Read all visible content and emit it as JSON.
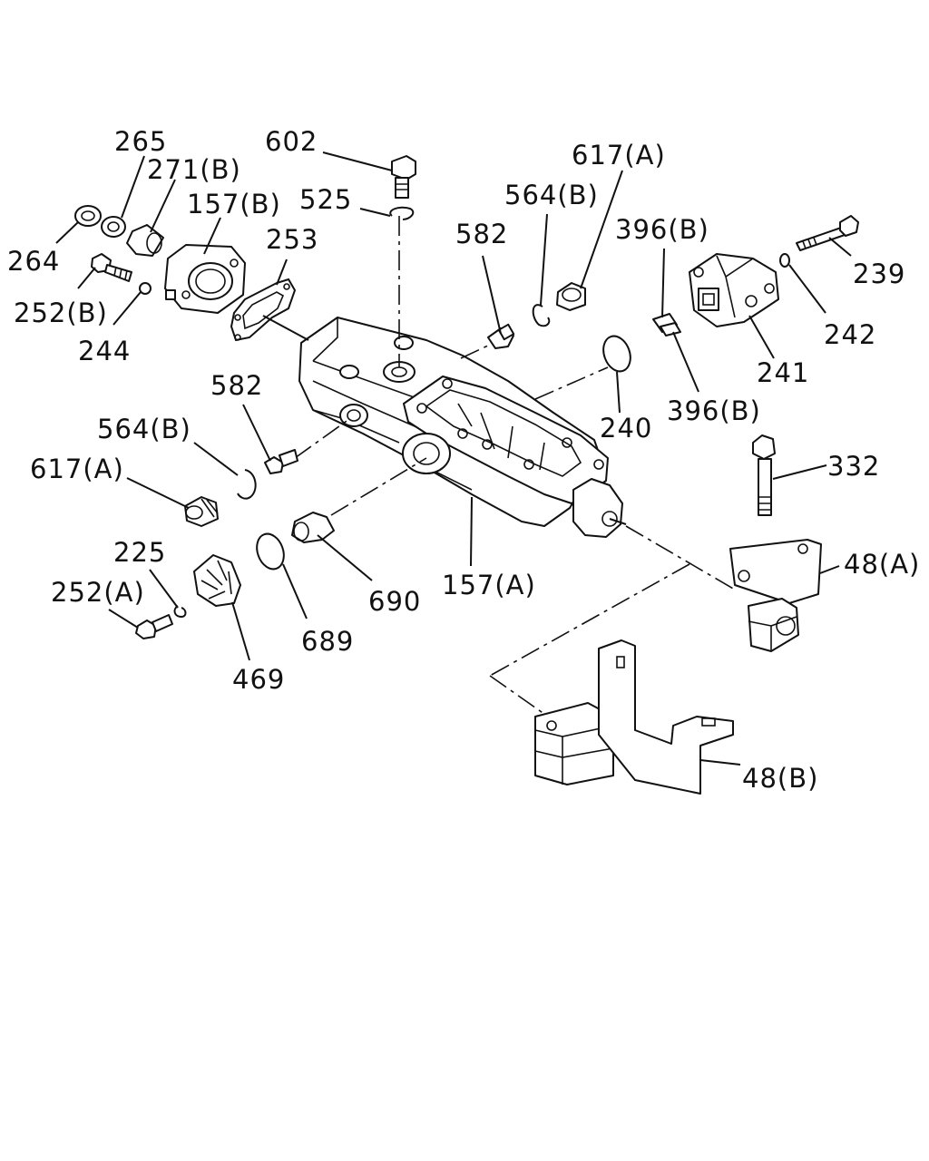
{
  "labels": {
    "l602": "602",
    "l617a_top": "617(A)",
    "l265": "265",
    "l271b": "271(B)",
    "l157b": "157(B)",
    "l525": "525",
    "l564b_top": "564(B)",
    "l396b_top": "396(B)",
    "l582_top": "582",
    "l253": "253",
    "l264": "264",
    "l239": "239",
    "l252b": "252(B)",
    "l242": "242",
    "l244": "244",
    "l241": "241",
    "l582_mid": "582",
    "l396b_bot": "396(B)",
    "l240": "240",
    "l564b_mid": "564(B)",
    "l332": "332",
    "l617a_mid": "617(A)",
    "l225": "225",
    "l48a": "48(A)",
    "l252a": "252(A)",
    "l157a": "157(A)",
    "l690": "690",
    "l689": "689",
    "l469": "469",
    "l48b": "48(B)"
  }
}
